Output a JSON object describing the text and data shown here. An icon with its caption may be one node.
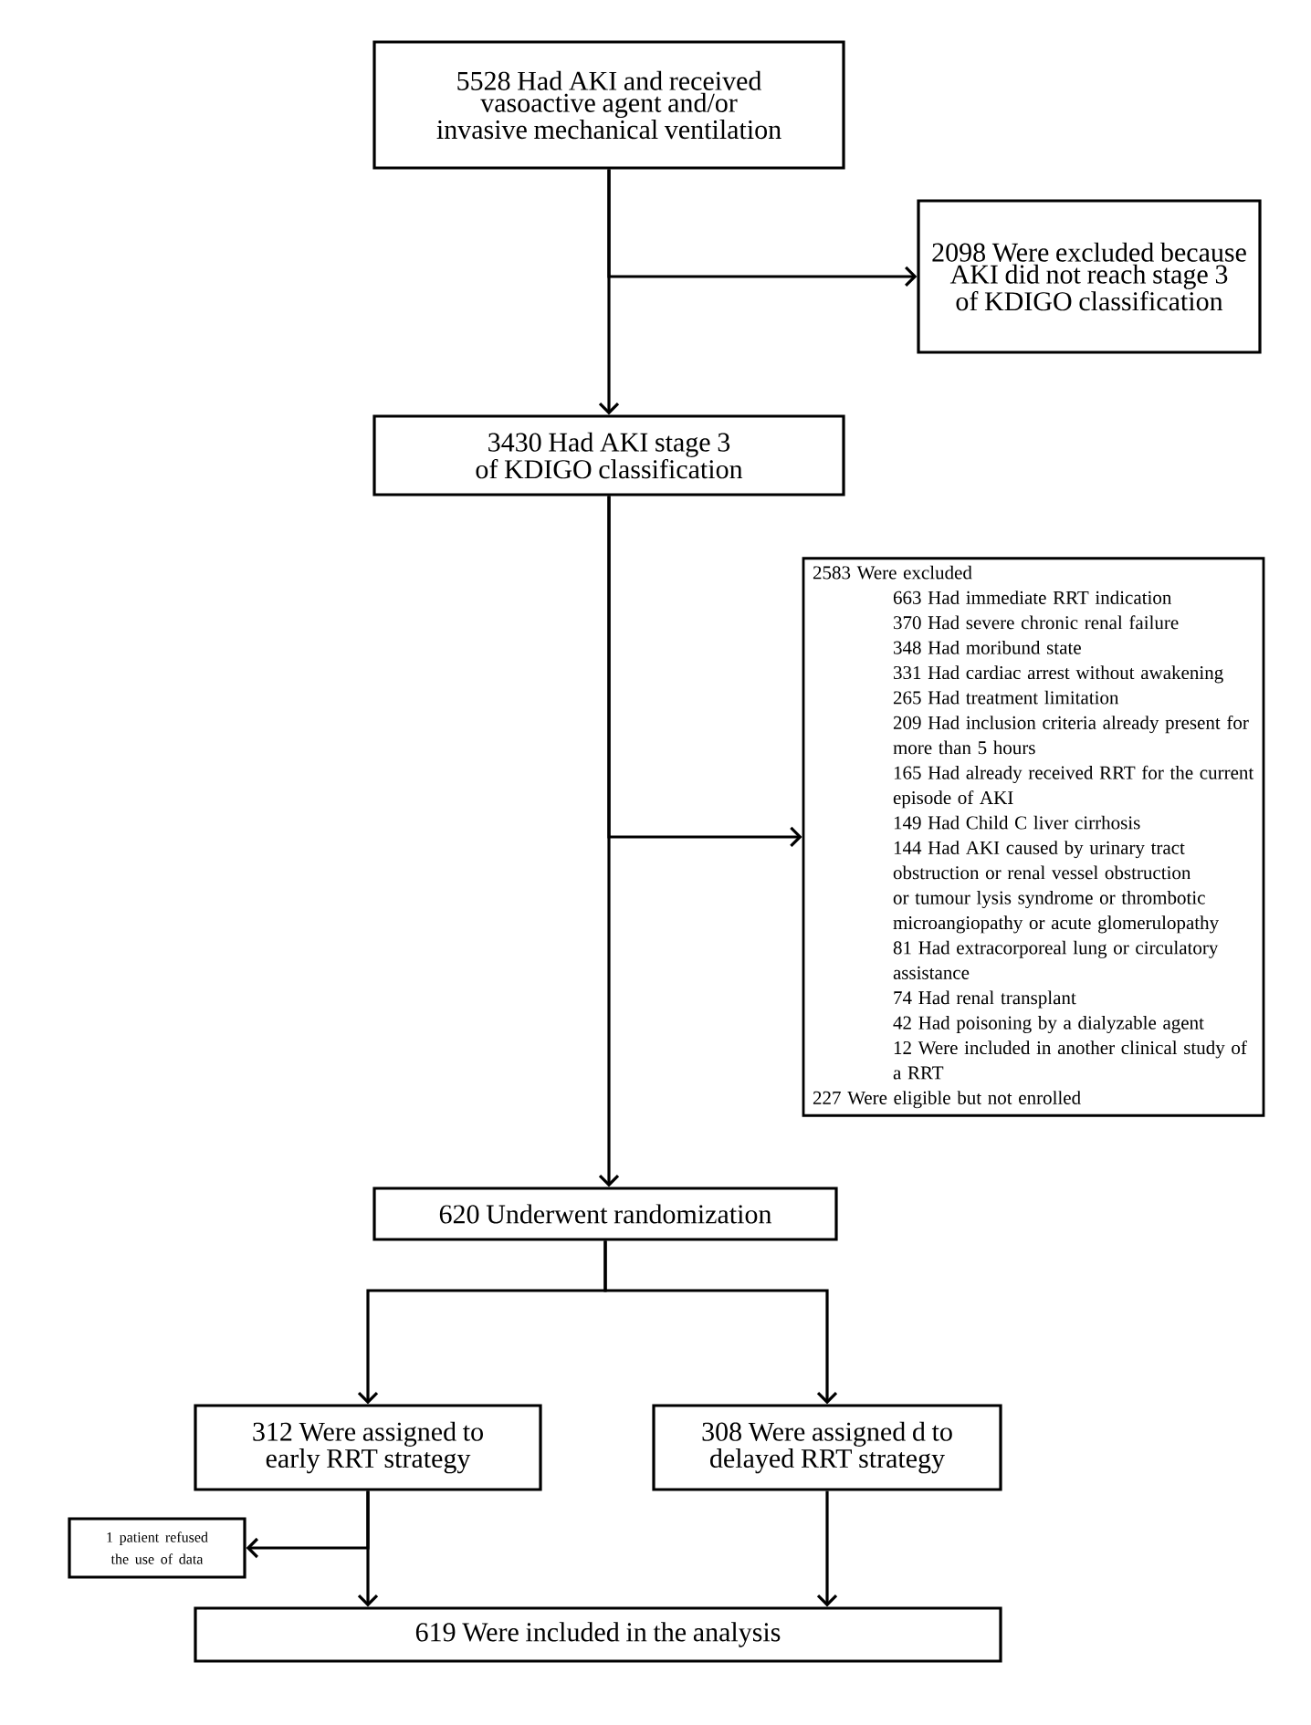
{
  "diagram": {
    "nodes": [
      {
        "text": [
          "5528 Had AKI and received vasoactive agent and/or invasive mechanical ventilation"
        ]
      },
      {
        "text": [
          "2098 Were excluded because AKI did not reach stage 3 of KDIGO classification"
        ]
      },
      {
        "text": [
          "3430 Had AKI stage 3 of KDIGO classification"
        ]
      },
      {
        "text": [
          "2583 Were excluded",
          "663 Had immediate RRT indication",
          "370 Had severe chronic renal failure",
          "348 Had moribund state",
          "331 Had cardiac arrest without awakening",
          "265 Had treatment limitation",
          "209 Had inclusion criteria already present for more than 5 hours",
          "165 Had already received RRT for the current episode of AKI",
          "149 Had Child C liver cirrhosis",
          "144 Had AKI caused by urinary tract obstruction or renal vessel obstruction or tumour lysis syndrome or thrombotic microangiopathy or acute glomerulopathy",
          "81 Had extracorporeal lung or circulatory assistance",
          "74 Had renal transplant",
          "42 Had poisoning by a dialyzable agent",
          "12 Were included in another clinical study of a RRT",
          "227 Were eligible but not enrolled"
        ]
      },
      {
        "text": [
          "620 Underwent randomization"
        ]
      },
      {
        "text": [
          "312 Were assigned to early RRT strategy"
        ]
      },
      {
        "text": [
          "308 Were assigned d to delayed RRT strategy"
        ]
      },
      {
        "text": [
          "1 patient refused the use of data"
        ]
      },
      {
        "text": [
          "619 Were included in the analysis"
        ]
      }
    ],
    "edges": [
      {
        "from": 0,
        "to": 2,
        "arrow": "to"
      },
      {
        "from": 0,
        "to": 1,
        "arrow": "to"
      },
      {
        "from": 2,
        "to": 4,
        "arrow": "to"
      },
      {
        "from": 2,
        "to": 3,
        "arrow": "to"
      },
      {
        "from": 4,
        "to": 5,
        "arrow": "to"
      },
      {
        "from": 4,
        "to": 6,
        "arrow": "to"
      },
      {
        "from": 5,
        "to": 7,
        "arrow": "to"
      },
      {
        "from": 5,
        "to": 8,
        "arrow": "to"
      },
      {
        "from": 6,
        "to": 8,
        "arrow": "to"
      }
    ]
  }
}
